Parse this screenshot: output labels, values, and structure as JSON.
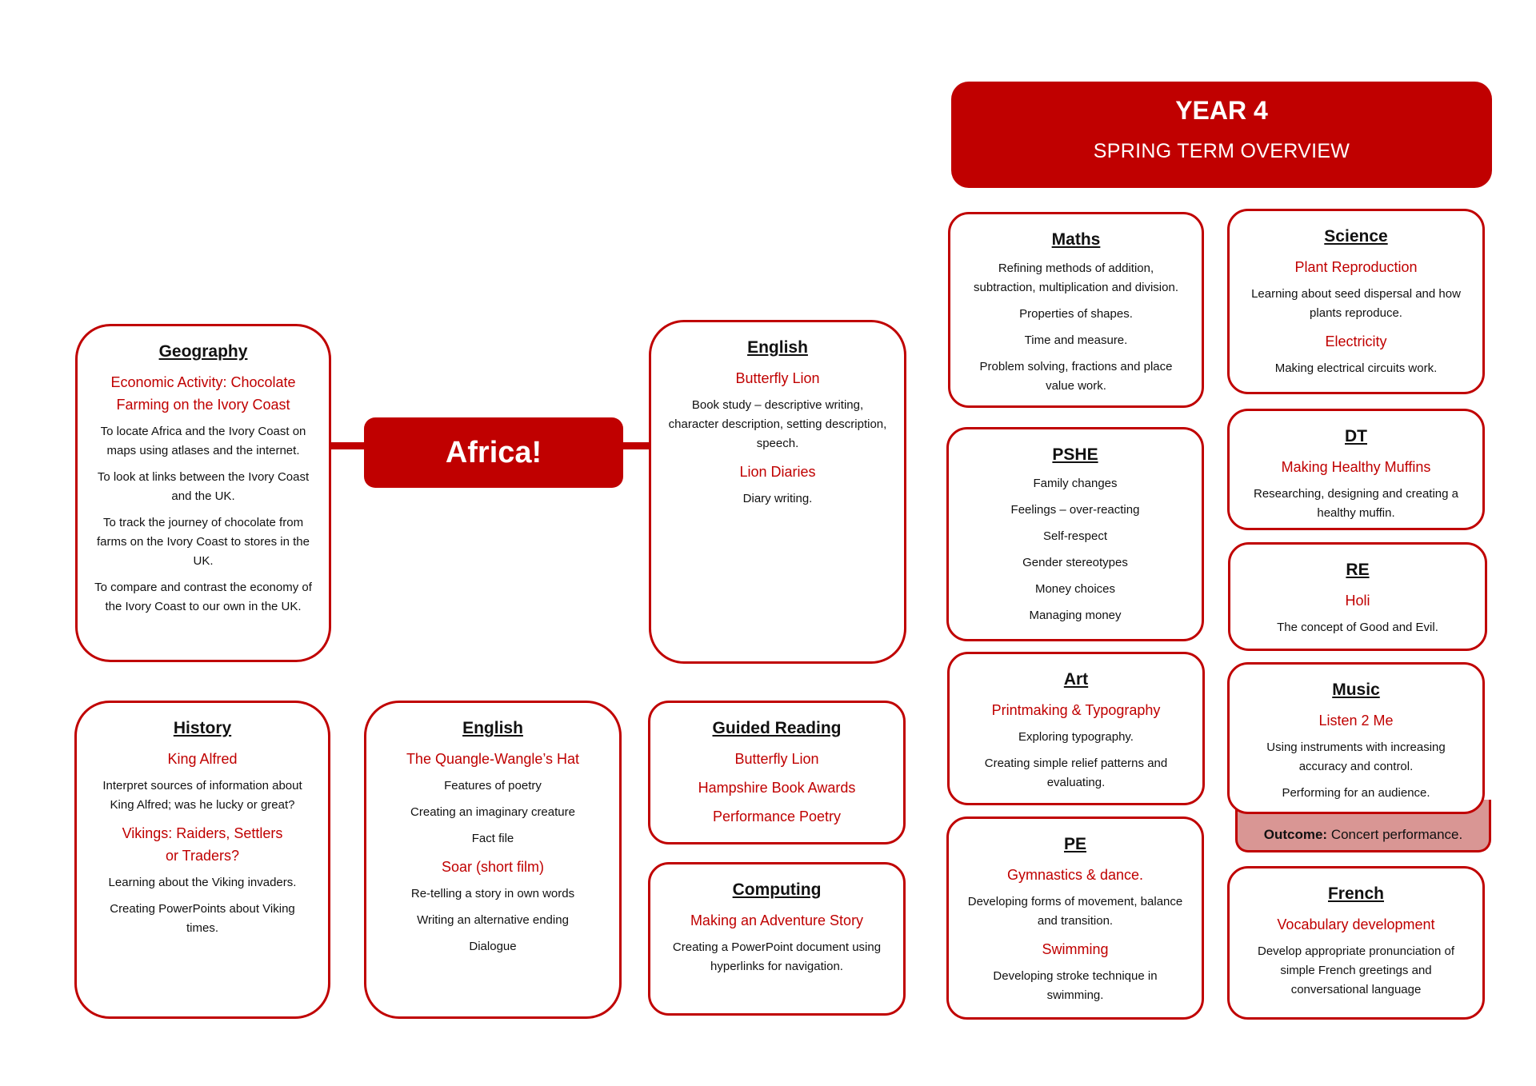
{
  "header": {
    "year": "YEAR 4",
    "subtitle": "SPRING TERM OVERVIEW"
  },
  "hub": {
    "title": "Africa!"
  },
  "geography": {
    "title": "Geography",
    "topic": "Economic Activity: Chocolate Farming on the Ivory Coast",
    "lines": [
      "To locate Africa and the Ivory Coast on maps using atlases and the internet.",
      "To look at links between the Ivory Coast and the UK.",
      "To track the journey of chocolate from farms on the Ivory Coast to stores in the UK.",
      "To compare and contrast the economy of the Ivory Coast to our own in the UK."
    ]
  },
  "english_top": {
    "title": "English",
    "topic1": "Butterfly Lion",
    "line1": "Book study – descriptive writing, character description, setting description, speech.",
    "topic2": "Lion Diaries",
    "line2": "Diary writing."
  },
  "history": {
    "title": "History",
    "topic1": "King Alfred",
    "line1": "Interpret sources of information about King Alfred; was he lucky or great?",
    "topic2": "Vikings: Raiders, Settlers or Traders?",
    "line2": "Learning about the Viking invaders.",
    "line3": "Creating PowerPoints about Viking times."
  },
  "english_bottom": {
    "title": "English",
    "topic1": "The Quangle-Wangle’s Hat",
    "lines1": [
      "Features of poetry",
      "Creating an imaginary creature",
      "Fact file"
    ],
    "topic2": "Soar (short film)",
    "lines2": [
      "Re-telling a story in own words",
      "Writing an alternative ending",
      "Dialogue"
    ]
  },
  "guided_reading": {
    "title": "Guided Reading",
    "items": [
      "Butterfly Lion",
      "Hampshire Book Awards",
      "Performance Poetry"
    ]
  },
  "computing": {
    "title": "Computing",
    "topic": "Making an Adventure Story",
    "line": "Creating a PowerPoint document using hyperlinks for navigation."
  },
  "maths": {
    "title": "Maths",
    "lines": [
      "Refining methods of addition, subtraction, multiplication and division.",
      "Properties of shapes.",
      "Time and measure.",
      "Problem solving, fractions and place value work."
    ]
  },
  "science": {
    "title": "Science",
    "topic1": "Plant Reproduction",
    "line1": "Learning about seed dispersal and how plants reproduce.",
    "topic2": "Electricity",
    "line2": "Making electrical circuits work."
  },
  "pshe": {
    "title": "PSHE",
    "lines": [
      "Family changes",
      "Feelings – over-reacting",
      "Self-respect",
      "Gender stereotypes",
      "Money choices",
      "Managing money"
    ]
  },
  "dt": {
    "title": "DT",
    "topic": "Making Healthy Muffins",
    "line": "Researching, designing and creating a healthy muffin."
  },
  "re": {
    "title": "RE",
    "topic": "Holi",
    "line": "The concept of Good and Evil."
  },
  "art": {
    "title": "Art",
    "topic": "Printmaking & Typography",
    "line1": "Exploring typography.",
    "line2": "Creating simple relief patterns and evaluating."
  },
  "music": {
    "title": "Music",
    "topic": "Listen 2 Me",
    "line1": "Using instruments with increasing accuracy and control.",
    "line2": "Performing for an audience.",
    "outcome_label": "Outcome:",
    "outcome_text": "Concert performance."
  },
  "pe": {
    "title": "PE",
    "topic1": "Gymnastics & dance.",
    "line1": "Developing forms of movement, balance and transition.",
    "topic2": "Swimming",
    "line2": "Developing stroke technique in swimming."
  },
  "french": {
    "title": "French",
    "topic": "Vocabulary development",
    "line": "Develop appropriate pronunciation of simple French greetings and conversational language"
  }
}
